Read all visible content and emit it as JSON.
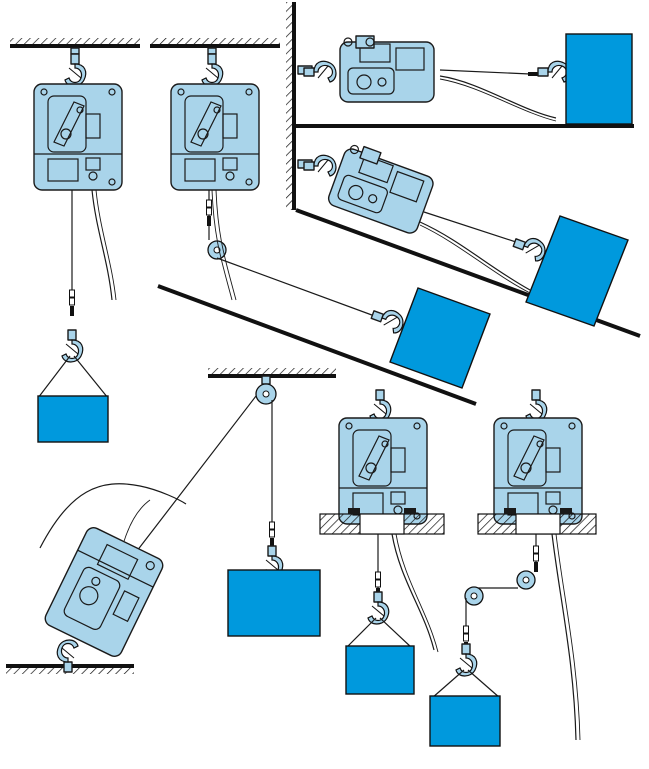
{
  "colors": {
    "hoist_body": "#a9d4ea",
    "load": "#0099dd",
    "line": "#1a1a1a",
    "background": "#ffffff"
  },
  "figure": {
    "panels": [
      "vertical-lift",
      "vertical-lift-with-deflection-pulley-slope-pull",
      "horizontal-pull-wall-mounted",
      "slope-pull-wall-mounted",
      "floor-anchored-lift-via-overhead-pulley",
      "platform-mounted-vertical-lift",
      "platform-mounted-lift-via-pulleys"
    ]
  }
}
